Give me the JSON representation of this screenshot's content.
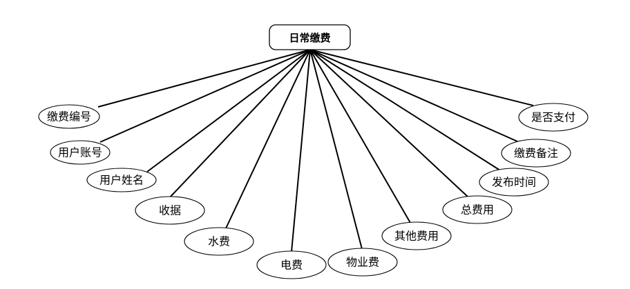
{
  "entity": {
    "label": "日常缴费"
  },
  "attributes": [
    {
      "id": "payment-no",
      "label": "缴费编号"
    },
    {
      "id": "user-account",
      "label": "用户账号"
    },
    {
      "id": "user-name",
      "label": "用户姓名"
    },
    {
      "id": "receipt",
      "label": "收据"
    },
    {
      "id": "water-fee",
      "label": "水费"
    },
    {
      "id": "electric-fee",
      "label": "电费"
    },
    {
      "id": "property-fee",
      "label": "物业费"
    },
    {
      "id": "other-fee",
      "label": "其他费用"
    },
    {
      "id": "total-fee",
      "label": "总费用"
    },
    {
      "id": "publish-time",
      "label": "发布时间"
    },
    {
      "id": "payment-note",
      "label": "缴费备注"
    },
    {
      "id": "is-paid",
      "label": "是否支付"
    }
  ]
}
